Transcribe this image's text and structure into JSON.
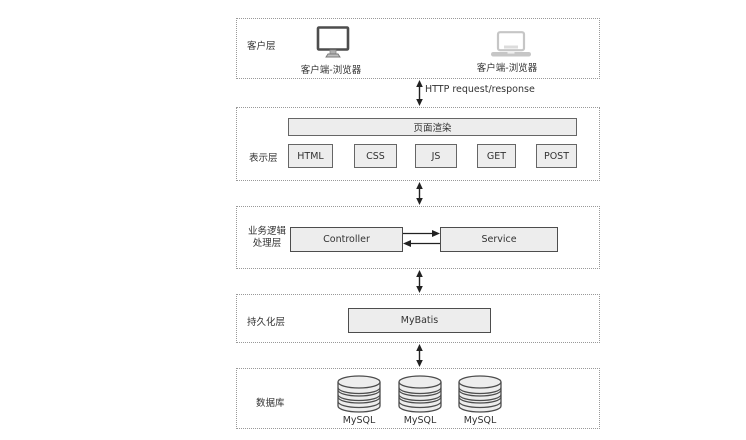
{
  "connector": {
    "http_label": "HTTP request/response"
  },
  "layers": {
    "client": {
      "label": "客户层",
      "devices": [
        {
          "label": "客户端-浏览器"
        },
        {
          "label": "客户端-浏览器"
        }
      ]
    },
    "presentation": {
      "label": "表示层",
      "render_box": "页面渲染",
      "tech_boxes": [
        "HTML",
        "CSS",
        "JS",
        "GET",
        "POST"
      ]
    },
    "business_logic": {
      "label_line1": "业务逻辑",
      "label_line2": "处理层",
      "controller_box": "Controller",
      "service_box": "Service"
    },
    "persistence": {
      "label": "持久化层",
      "box": "MyBatis"
    },
    "database": {
      "label": "数据库",
      "instances": [
        "MySQL",
        "MySQL",
        "MySQL"
      ]
    }
  },
  "colors": {
    "box_fill": "#ededed",
    "box_border": "#666666",
    "dashed_border": "#999999",
    "text": "#333333",
    "arrow": "#222222",
    "laptop_gray": "#c6c6c6"
  }
}
